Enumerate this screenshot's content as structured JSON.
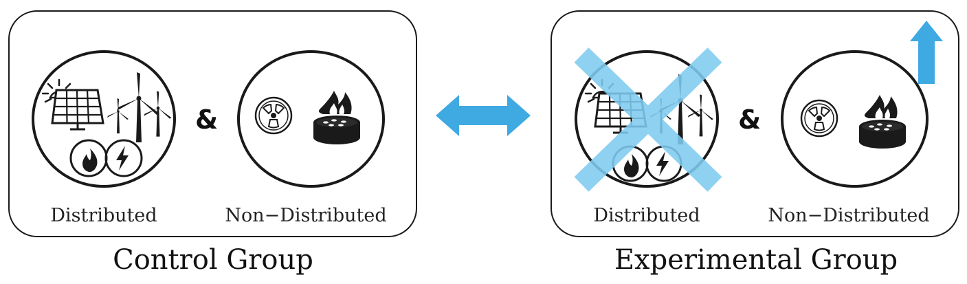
{
  "control_group": {
    "title": "Control Group",
    "distributed_label": "Distributed",
    "non_distributed_label": "Non−Distributed",
    "connector": "&"
  },
  "experimental_group": {
    "title": "Experimental Group",
    "distributed_label": "Distributed",
    "non_distributed_label": "Non−Distributed",
    "connector": "&"
  },
  "icons": {
    "distributed": [
      "sun-icon",
      "solar-panel-icon",
      "wind-turbine-icon",
      "gas-flame-icon",
      "lightning-icon"
    ],
    "non_distributed": [
      "radiation-icon",
      "gas-burner-icon"
    ],
    "comparison": "double-arrow-icon",
    "increase": "up-arrow-icon",
    "removed": "cross-mark"
  },
  "colors": {
    "accent_blue": "#3fa9e2",
    "cross_blue": "#7fcbf0",
    "outline": "#1a1a1a"
  }
}
